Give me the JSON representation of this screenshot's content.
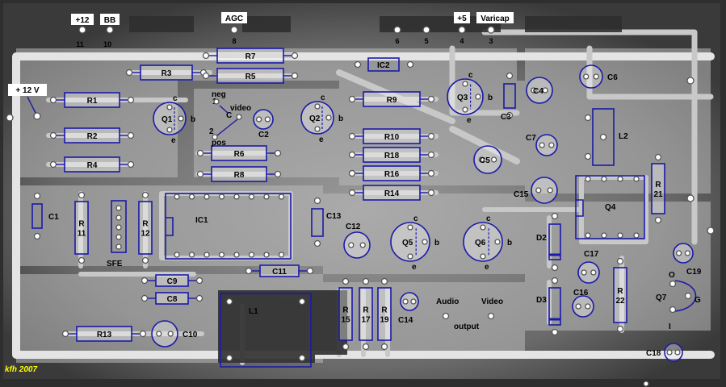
{
  "connector": {
    "pins": [
      {
        "label": "+12",
        "num": "11"
      },
      {
        "label": "BB",
        "num": "10"
      },
      {
        "label": "AGC",
        "num": "8"
      },
      {
        "label": "",
        "num": "6"
      },
      {
        "label": "",
        "num": "5"
      },
      {
        "label": "+5",
        "num": "4"
      },
      {
        "label": "Varicap",
        "num": "3"
      }
    ]
  },
  "supply_label": "+ 12 V",
  "components": {
    "resistors": [
      "R1",
      "R2",
      "R3",
      "R4",
      "R5",
      "R6",
      "R7",
      "R8",
      "R9",
      "R10",
      "R18",
      "R16",
      "R14",
      "R13",
      "C9",
      "C8",
      "C11"
    ],
    "vertical_resistors": [
      "R 11",
      "R 12",
      "R 15",
      "R 17",
      "R 19",
      "R 22",
      "R 21"
    ],
    "transistors": [
      "Q1",
      "Q2",
      "Q3",
      "Q5",
      "Q6"
    ],
    "capacitors": [
      "C4",
      "C6",
      "C7",
      "C5",
      "C15",
      "C2",
      "C10",
      "C12",
      "C14",
      "C16",
      "C17",
      "C18",
      "C19"
    ],
    "other": [
      "C1",
      "C3",
      "C13",
      "SFE",
      "IC1",
      "IC2",
      "L1",
      "L2",
      "Q4",
      "Q7",
      "D2",
      "D3"
    ]
  },
  "pin_letters": {
    "collector": "c",
    "base": "b",
    "emitter": "e"
  },
  "switch": {
    "neg": "neg",
    "one": "1",
    "two": "2",
    "pos": "pos",
    "c": "C",
    "video": "video"
  },
  "q7_pins": {
    "o": "O",
    "g": "G",
    "i": "I"
  },
  "signals": {
    "audio": "Audio",
    "video": "Video",
    "output": "output"
  },
  "credit": "kfh 2007",
  "colors": {
    "outline": "#1a1aa8",
    "credit": "#ffff00",
    "board": "#3a3a3a"
  }
}
